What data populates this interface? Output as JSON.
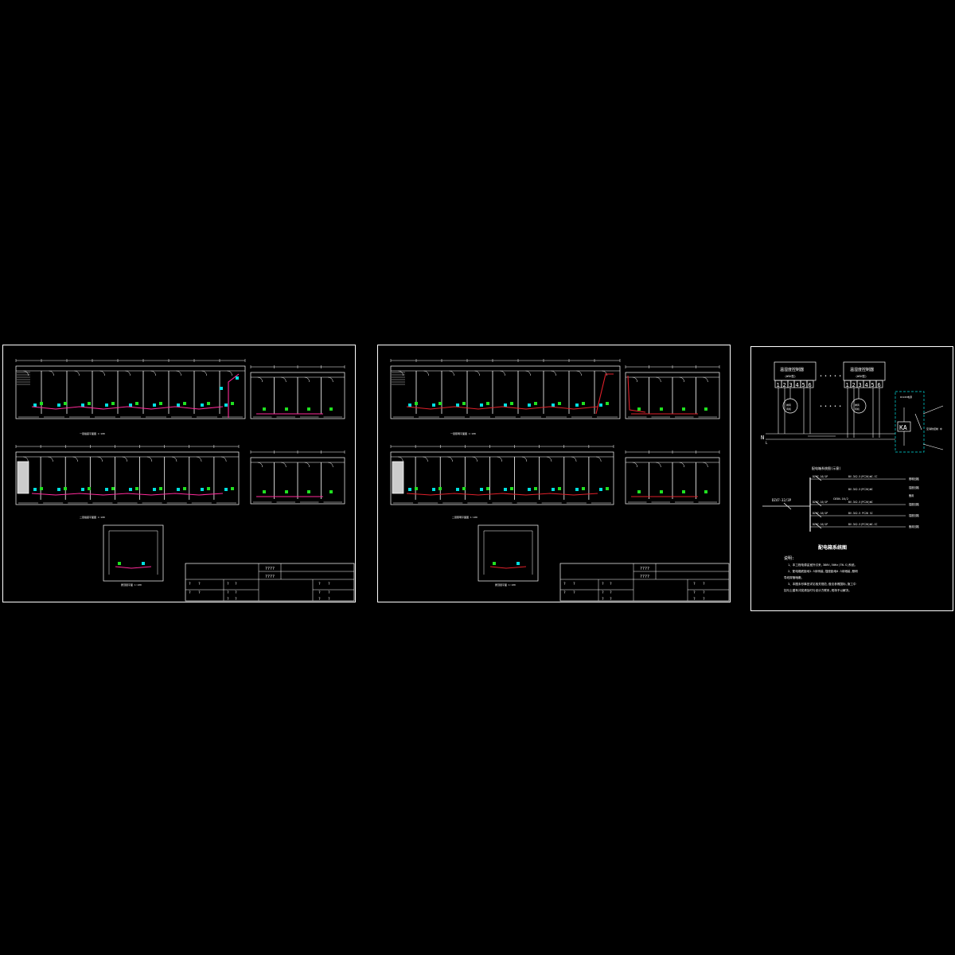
{
  "sheets": [
    {
      "id": "sheet-1",
      "plan_label_top": "一层插座平面图  1:100",
      "plan_label_mid": "二层插座平面图  1:100",
      "plan_label_small": "屋顶层平面  1:100",
      "title_block": {
        "project_name": "????",
        "drawing_name": "????",
        "cells": [
          "?",
          "?",
          "?",
          "?",
          "?",
          "?",
          "?",
          "?",
          "?",
          "?",
          "?",
          "?",
          "?",
          "?",
          "?",
          "?"
        ]
      }
    },
    {
      "id": "sheet-2",
      "plan_label_top": "一层照明平面图  1:100",
      "plan_label_mid": "二层照明平面图  1:100",
      "plan_label_small": "屋顶层平面  1:100",
      "title_block": {
        "project_name": "????",
        "drawing_name": "????",
        "cells": [
          "?",
          "?",
          "?",
          "?",
          "?",
          "?",
          "?",
          "?",
          "?",
          "?",
          "?",
          "?",
          "?",
          "?",
          "?",
          "?"
        ]
      }
    }
  ],
  "sheet3": {
    "wiring": {
      "controller_left": "温湿度控制器",
      "controller_left_sub": "(WSK型)",
      "controller_right": "温湿度控制器",
      "controller_right_sub": "(WSK型)",
      "terminals": [
        "1",
        "2",
        "3",
        "4",
        "5",
        "6"
      ],
      "fan_left": "排风\n风机",
      "fan_right": "排风\n风机",
      "dots": "• • • • •",
      "relay_box_title": "DC24V电源",
      "relay_label": "KA",
      "n_label": "N",
      "l_label": "L",
      "out_label": "至消防控制\n中"
    },
    "single_line": {
      "heading": "配电箱系统图(示意)",
      "incoming": "DZ47-32/3P",
      "breakers": [
        "DZ47-16/1P",
        "DZ47-16/1P",
        "DZ47-16/1P",
        "DZ47-16/1P"
      ],
      "extra_breaker": "C65N-16/2",
      "cables": [
        "BV-3X2.5(PC20)WC.CC",
        "BV-3X2.5(PC20)WC",
        "BV-3X2.5 PC20 SC",
        "BV-3X2.5(PC20)WC.CC"
      ],
      "loads": [
        "照明回路",
        "插座回路",
        "插座回路",
        "备用回路",
        "备用"
      ],
      "caption": "配电箱系统图"
    },
    "notes": {
      "title": "说明:",
      "lines": [
        "1、本工程电源由室外引来,380V,50Hz(TN-S)系统。",
        "2、配电箱底距地1.5米明装,插座距地0.3米暗装,照明",
        "导线穿管暗敷。",
        "3、本图未尽事宜详见相关规范,做法参照国标,施工中",
        "如与土建有冲突请及时与设计方联系,现场予以解决。"
      ]
    }
  },
  "colors": {
    "background": "#000000",
    "line": "#ffffff",
    "wire_magenta": "#ff2a9a",
    "wire_red": "#e0202a",
    "device_green": "#20e020",
    "cyan": "#00e0e0",
    "blue": "#3060ff"
  }
}
